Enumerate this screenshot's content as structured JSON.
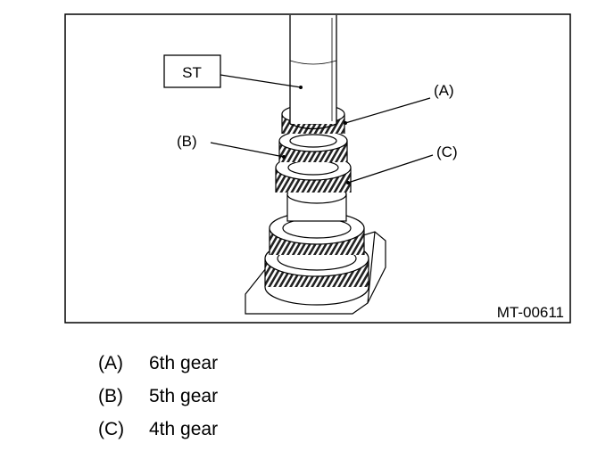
{
  "figure": {
    "tool_label": "ST",
    "callouts": {
      "a": "(A)",
      "b": "(B)",
      "c": "(C)"
    },
    "figure_code": "MT-00611"
  },
  "legend": [
    {
      "key": "(A)",
      "text": "6th gear"
    },
    {
      "key": "(B)",
      "text": "5th gear"
    },
    {
      "key": "(C)",
      "text": "4th gear"
    }
  ]
}
